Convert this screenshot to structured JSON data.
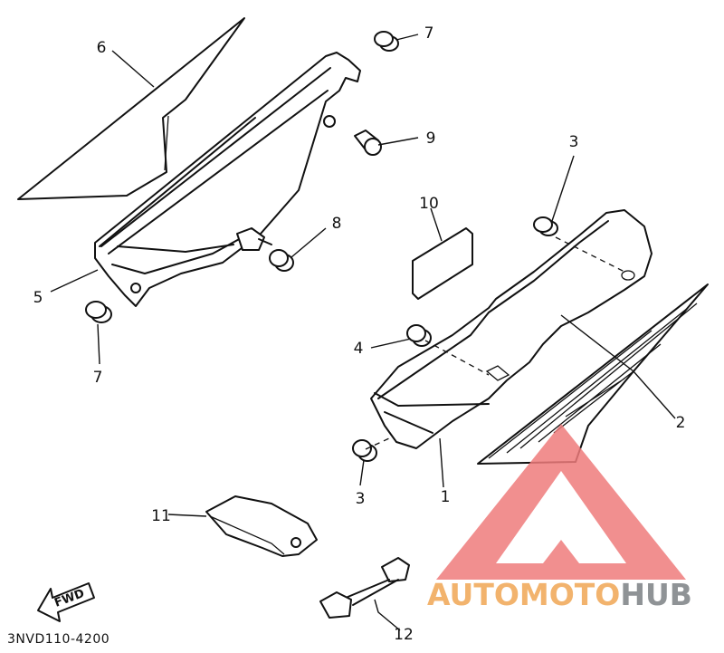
{
  "callouts": {
    "c1": "1",
    "c2": "2",
    "c3a": "3",
    "c3b": "3",
    "c4": "4",
    "c5": "5",
    "c6": "6",
    "c7a": "7",
    "c7b": "7",
    "c8": "8",
    "c9": "9",
    "c10": "10",
    "c11": "11",
    "c12": "12"
  },
  "diagram_code": "3NVD110-4200",
  "fwd_label": "FWD",
  "watermark": {
    "part1": "AUTOMOTO",
    "part2": "HUB",
    "colors": {
      "orange": "#f2b36d",
      "grey": "#8f9396",
      "triangle": "#ee7b7b"
    }
  }
}
